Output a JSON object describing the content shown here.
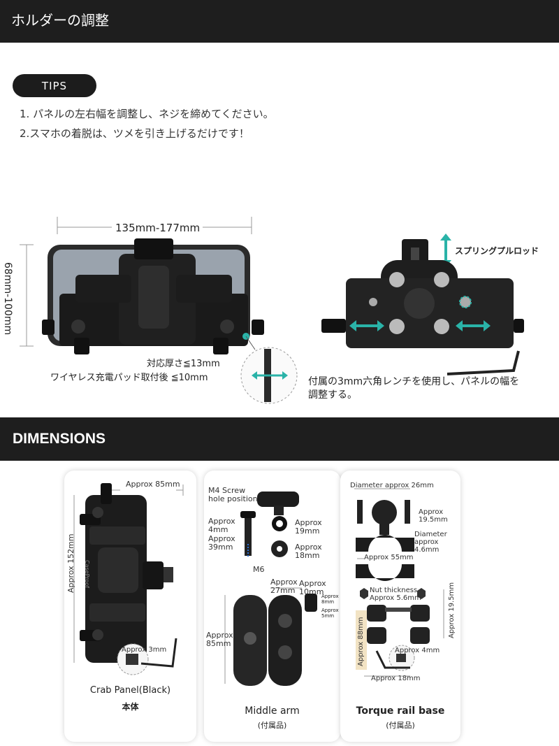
{
  "header": {
    "title": "ホルダーの調整"
  },
  "tips": {
    "badge": "TIPS",
    "line1": "1. パネルの左右幅を調整し、ネジを締めてください。",
    "line2": "2.スマホの着脱は、ツメを引き上げるだけです！"
  },
  "holder": {
    "width_range": "135mm-177mm",
    "height_range": "68mm-100mm",
    "thickness": "対応厚さ≦13mm",
    "wireless": "ワイヤレス充電パッド取付後 ≦10mm",
    "spring_rod": "スプリングプルロッド",
    "wrench_note_1": "付属の3mm六角レンチを使用し、パネルの幅を",
    "wrench_note_2": "調整する。"
  },
  "dimensions": {
    "title": "DIMENSIONS",
    "panel": {
      "width": "Approx 85mm",
      "height": "Approx 152mm",
      "wrench": "Approx 3mm",
      "caption": "Crab Panel(Black)",
      "sub": "本体",
      "brand": "CaseProof"
    },
    "arm": {
      "screw_hole_1": "M4 Screw",
      "screw_hole_2": "hole position",
      "a4mm_1": "Approx",
      "a4mm_2": "4mm",
      "a39_1": "Approx",
      "a39_2": "39mm",
      "m6": "M6",
      "a19_1": "Approx",
      "a19_2": "19mm",
      "a18_1": "Approx",
      "a18_2": "18mm",
      "a27_1": "Approx",
      "a27_2": "27mm",
      "a10_1": "Approx",
      "a10_2": "10mm",
      "a8_1": "Approx",
      "a8_2": "8mm",
      "a5_1": "Approx",
      "a5_2": "5mm",
      "a85_1": "Approx",
      "a85_2": "85mm",
      "caption": "Middle arm",
      "sub": "(付属品)"
    },
    "rail": {
      "diameter": "Diameter approx 26mm",
      "a195_1": "Approx",
      "a195_2": "19.5mm",
      "dia46_1": "Diameter",
      "dia46_2": "approx 4.6mm",
      "a55": "Approx 55mm",
      "nut_1": "Nut thickness",
      "nut_2": "Approx 5.6mm",
      "a195v": "Approx 19.5mm",
      "a88": "Approx 88mm",
      "a4": "Approx 4mm",
      "a18": "Approx 18mm",
      "caption": "Torque rail base",
      "sub": "(付属品)"
    }
  }
}
